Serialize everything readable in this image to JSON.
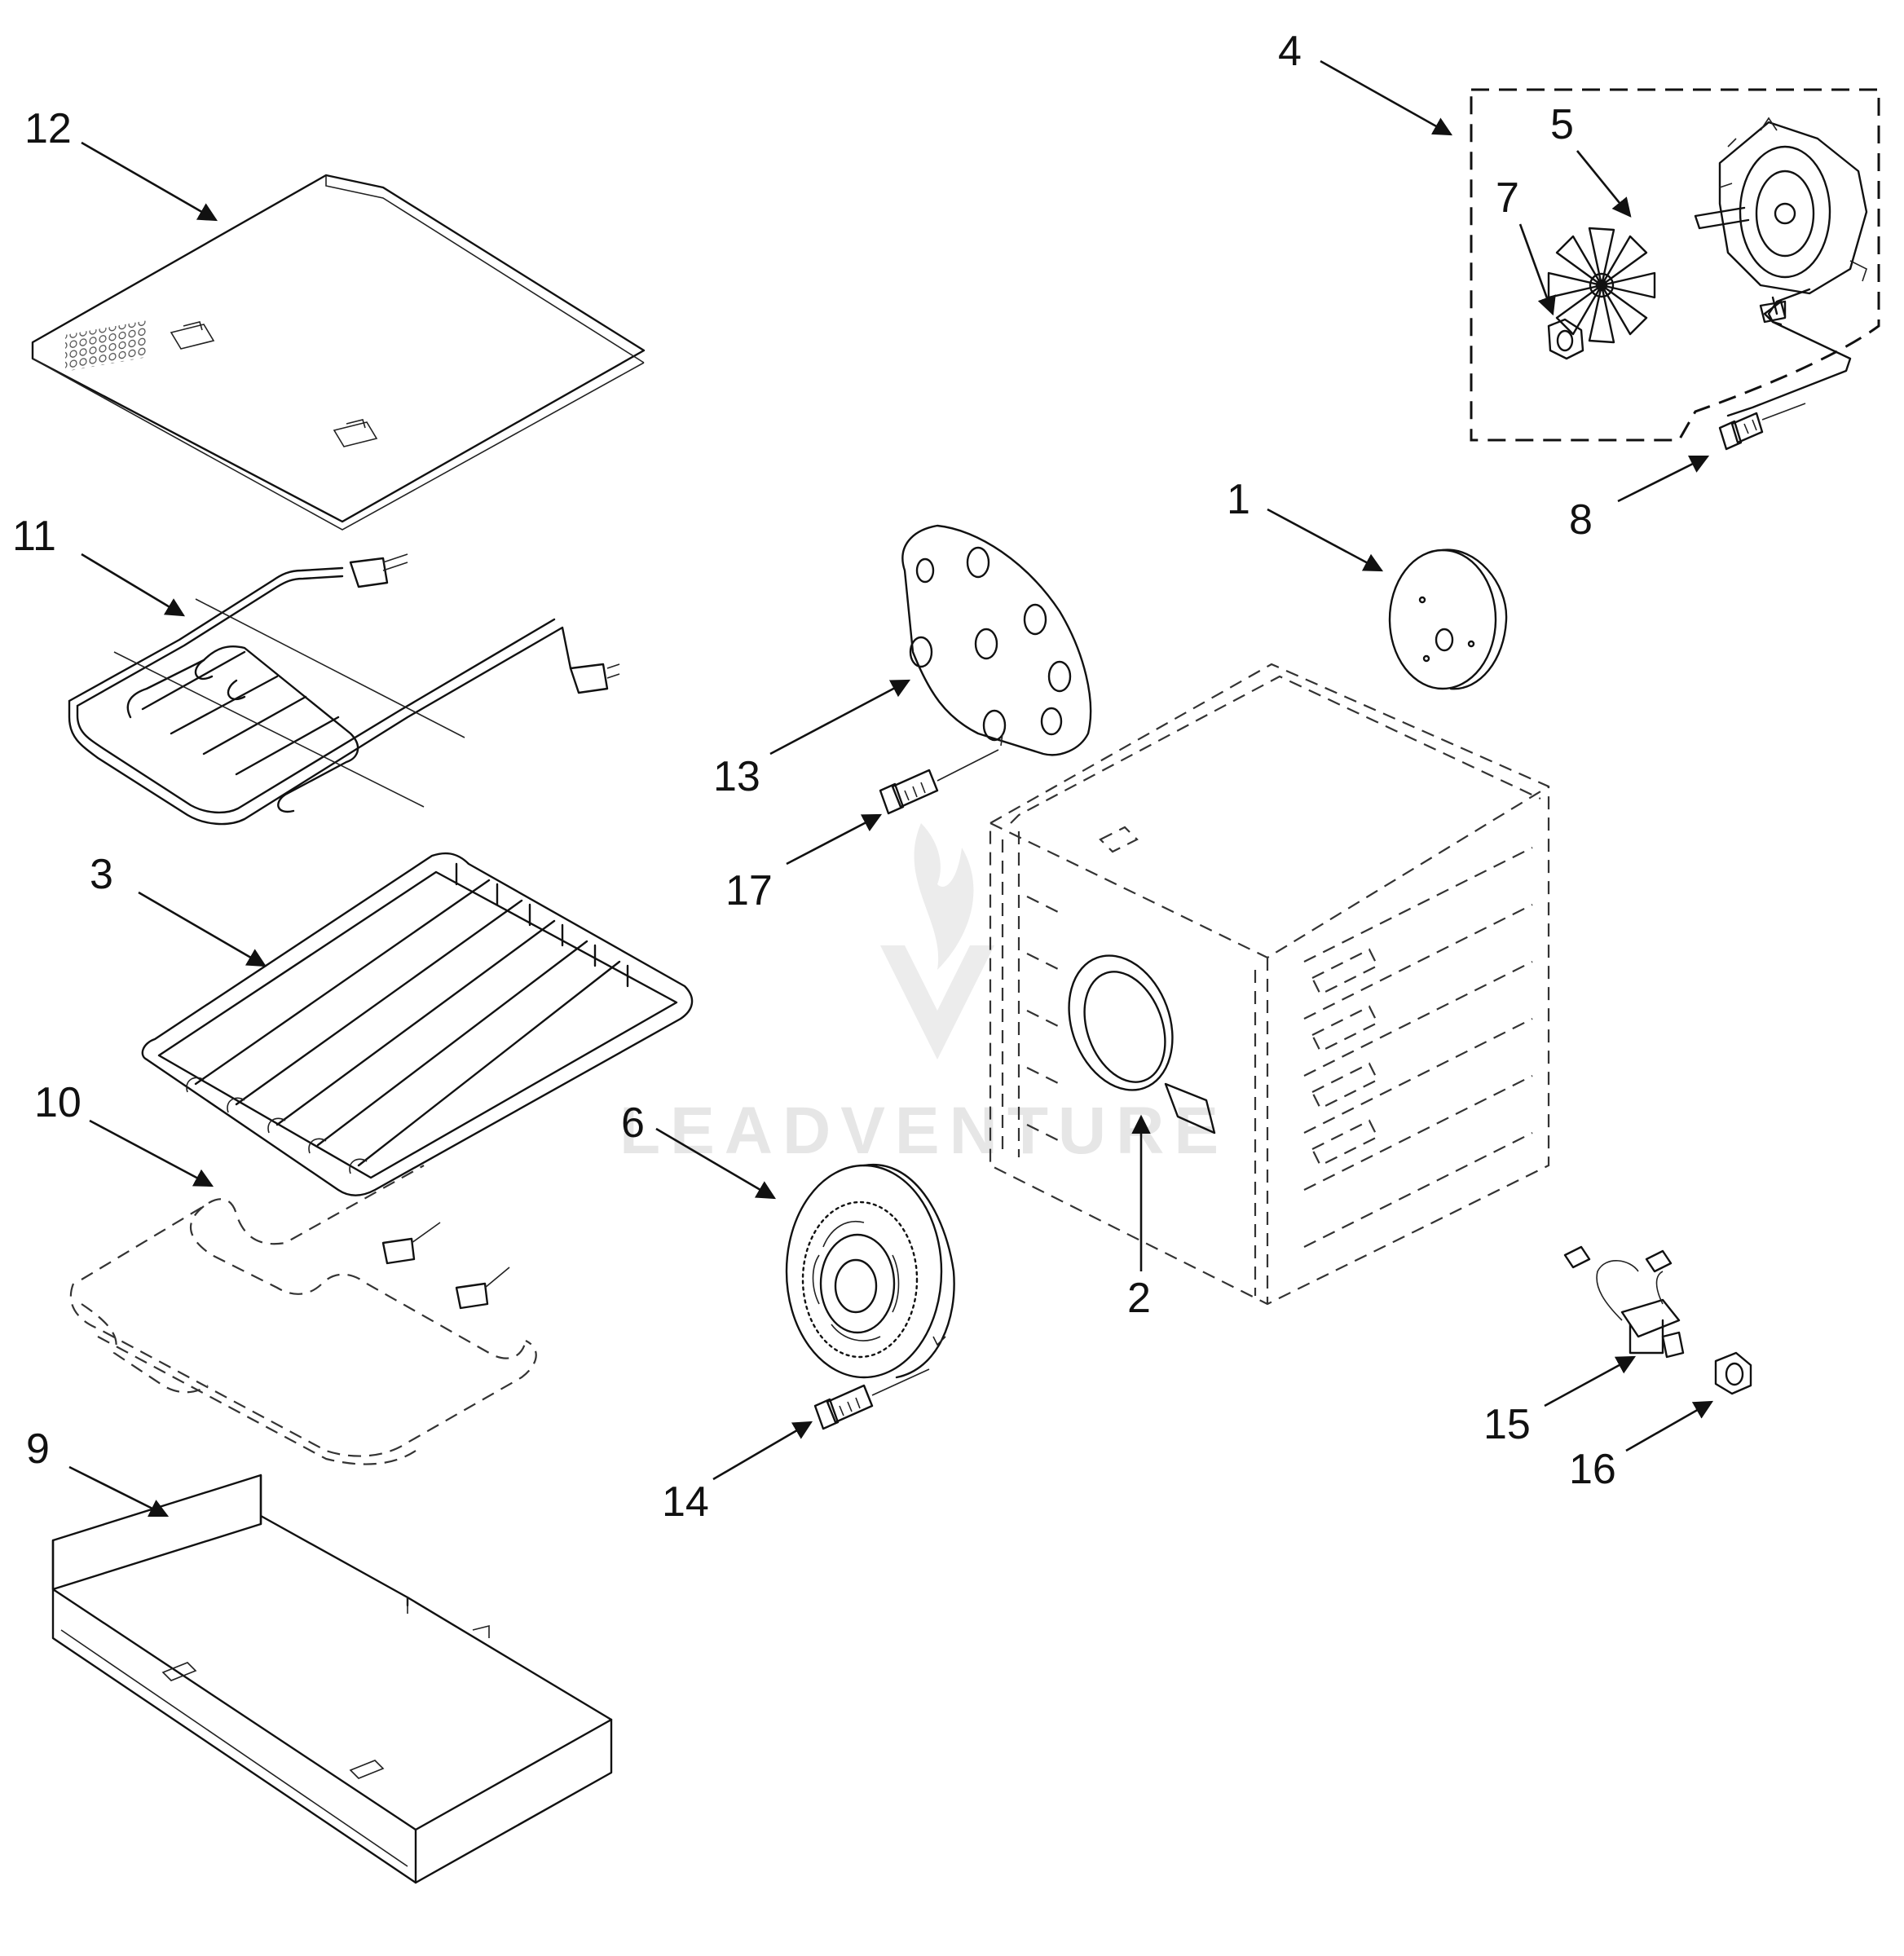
{
  "watermark": "LEADVENTURE",
  "callouts": [
    {
      "id": "1",
      "label": "1"
    },
    {
      "id": "2",
      "label": "2"
    },
    {
      "id": "3",
      "label": "3"
    },
    {
      "id": "4",
      "label": "4"
    },
    {
      "id": "5",
      "label": "5"
    },
    {
      "id": "6",
      "label": "6"
    },
    {
      "id": "7",
      "label": "7"
    },
    {
      "id": "8",
      "label": "8"
    },
    {
      "id": "9",
      "label": "9"
    },
    {
      "id": "10",
      "label": "10"
    },
    {
      "id": "11",
      "label": "11"
    },
    {
      "id": "12",
      "label": "12"
    },
    {
      "id": "13",
      "label": "13"
    },
    {
      "id": "14",
      "label": "14"
    },
    {
      "id": "15",
      "label": "15"
    },
    {
      "id": "16",
      "label": "16"
    },
    {
      "id": "17",
      "label": "17"
    }
  ]
}
